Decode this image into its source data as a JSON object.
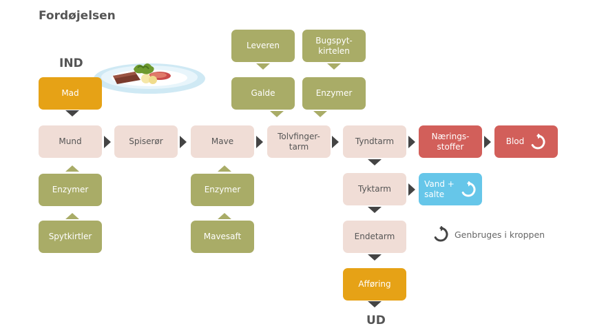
{
  "title": "Fordøjelsen",
  "in_label": "IND",
  "out_label": "UD",
  "nodes": {
    "mad": "Mad",
    "mund": "Mund",
    "spiseroer": "Spiserør",
    "mave": "Mave",
    "tolvfingertarm": "Tolvfinger-\ntarm",
    "tyndtarm": "Tyndtarm",
    "naeringsstoffer": "Nærings-\nstoffer",
    "blod": "Blod",
    "tyktarm": "Tyktarm",
    "vand_salte": "Vand +\nsalte",
    "endetarm": "Endetarm",
    "affoering": "Afføring",
    "enzymer_mund": "Enzymer",
    "spytkirtler": "Spytkirtler",
    "enzymer_mave": "Enzymer",
    "mavesaft": "Mavesaft",
    "leveren": "Leveren",
    "galde": "Galde",
    "bugspytkirtelen": "Bugspyt-\nkirtelen",
    "enzymer_bug": "Enzymer"
  },
  "legend": {
    "label": "Genbruges i kroppen",
    "icon": "recycle-icon"
  },
  "colors": {
    "organ": "#f0ddd6",
    "secretion": "#a9ac67",
    "in_out": "#e6a216",
    "blood": "#d25f5a",
    "water": "#66c6e9",
    "arrow": "#444444"
  }
}
